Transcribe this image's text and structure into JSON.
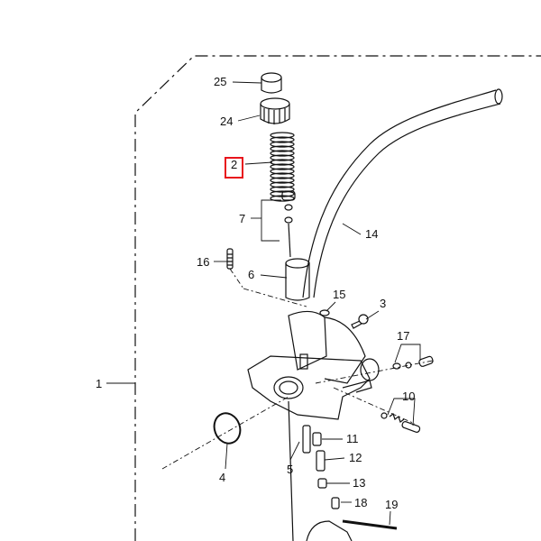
{
  "diagram": {
    "highlight_color": "#e8141c",
    "highlighted_part": "2",
    "callouts": {
      "p1": "1",
      "p2": "2",
      "p3": "3",
      "p4": "4",
      "p5": "5",
      "p6": "6",
      "p7": "7",
      "p10": "10",
      "p11": "11",
      "p12": "12",
      "p13": "13",
      "p14": "14",
      "p15": "15",
      "p16": "16",
      "p17": "17",
      "p18": "18",
      "p19": "19",
      "p24": "24",
      "p25": "25"
    }
  }
}
